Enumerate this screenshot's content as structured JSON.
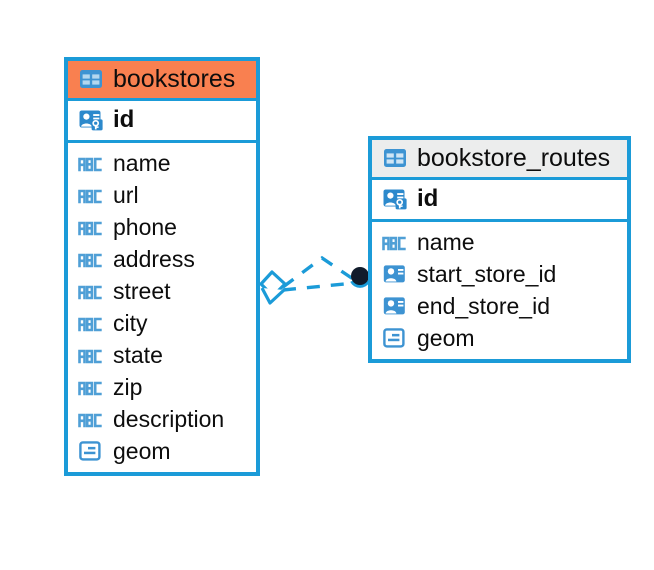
{
  "diagram": {
    "background_color": "#ffffff",
    "accent_color": "#1b9bd8",
    "selected_header_color": "#f98050",
    "header_color": "#eceded",
    "icon_color": "#3d93d2",
    "relationship": {
      "name": "bookstores-to-bookstore-routes",
      "line_style": "dashed",
      "source_symbol": "diamond-crowfoot",
      "target_symbol": "filled-circle"
    },
    "entities": [
      {
        "id": "bookstores",
        "title": "bookstores",
        "selected": true,
        "header_icon": "table-icon",
        "primary_key": {
          "label": "id",
          "icon": "primary-key-icon"
        },
        "fields": [
          {
            "label": "name",
            "icon": "text-type-icon"
          },
          {
            "label": "url",
            "icon": "text-type-icon"
          },
          {
            "label": "phone",
            "icon": "text-type-icon"
          },
          {
            "label": "address",
            "icon": "text-type-icon"
          },
          {
            "label": "street",
            "icon": "text-type-icon"
          },
          {
            "label": "city",
            "icon": "text-type-icon"
          },
          {
            "label": "state",
            "icon": "text-type-icon"
          },
          {
            "label": "zip",
            "icon": "text-type-icon"
          },
          {
            "label": "description",
            "icon": "text-type-icon"
          },
          {
            "label": "geom",
            "icon": "geometry-type-icon"
          }
        ]
      },
      {
        "id": "bookstore_routes",
        "title": "bookstore_routes",
        "selected": false,
        "header_icon": "table-icon",
        "primary_key": {
          "label": "id",
          "icon": "primary-key-icon"
        },
        "fields": [
          {
            "label": "name",
            "icon": "text-type-icon"
          },
          {
            "label": "start_store_id",
            "icon": "foreign-key-icon"
          },
          {
            "label": "end_store_id",
            "icon": "foreign-key-icon"
          },
          {
            "label": "geom",
            "icon": "geometry-type-icon"
          }
        ]
      }
    ]
  }
}
